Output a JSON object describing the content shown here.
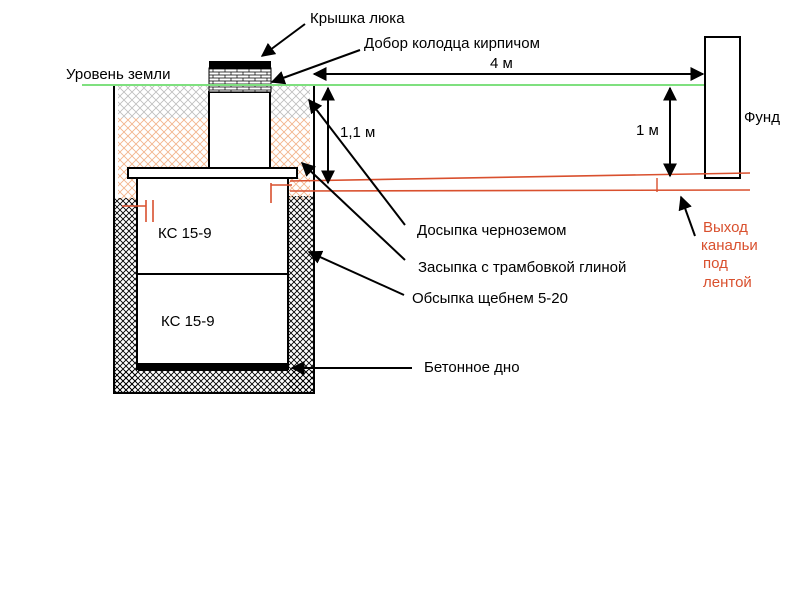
{
  "colors": {
    "ground_line": "#7fe07f",
    "pipe": "#d9502e",
    "clay_hatch": "#f2b48c",
    "soil_hatch": "#bdbdbd",
    "outline": "#000000"
  },
  "labels": {
    "hatch_cover": "Крышка люка",
    "brick_extension": "Добор колодца кирпичом",
    "ground_level": "Уровень земли",
    "distance_to_foundation": "4 м",
    "foundation": "Фунд",
    "depth_pipe": "1,1 м",
    "depth_foundation": "1 м",
    "ring_top": "КС 15-9",
    "ring_bottom": "КС 15-9",
    "topsoil_fill": "Досыпка черноземом",
    "clay_backfill": "Засыпка с трамбовкой глиной",
    "gravel_fill": "Обсыпка щебнем 5-20",
    "concrete_bottom": "Бетонное дно"
  },
  "sewer_outlet": {
    "line1": "Выход",
    "line2": "канальи",
    "line3": "под",
    "line4": "лентой"
  }
}
